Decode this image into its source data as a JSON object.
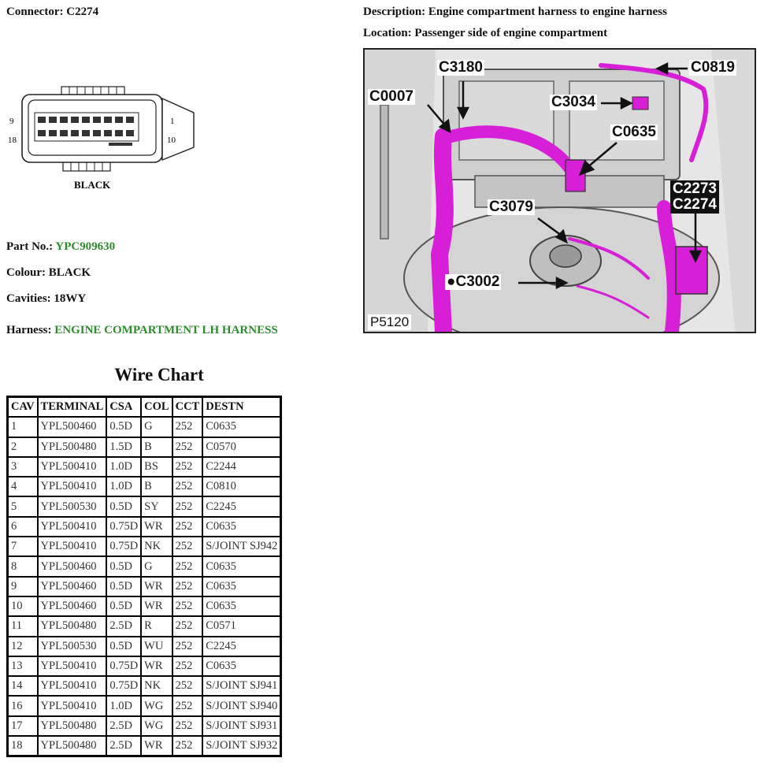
{
  "connector": {
    "label": "Connector: C2274",
    "pin_labels": {
      "top_left": "9",
      "bottom_left": "18",
      "top_right": "1",
      "bottom_right": "10"
    },
    "color_caption": "BLACK"
  },
  "description": {
    "label": "Description:",
    "text": "Engine compartment harness to engine harness"
  },
  "location": {
    "label": "Location:",
    "text": "Passenger side of engine compartment"
  },
  "part_no": {
    "label": "Part No.:",
    "value": "YPC909630"
  },
  "colour": {
    "label": "Colour:",
    "value": "BLACK"
  },
  "cavities": {
    "label": "Cavities:",
    "value": "18WY"
  },
  "harness": {
    "label": "Harness:",
    "value": "ENGINE COMPARTMENT LH HARNESS"
  },
  "photo": {
    "code": "P5120",
    "callouts": {
      "c3180": "C3180",
      "c0819": "C0819",
      "c0007": "C0007",
      "c3034": "C3034",
      "c0635": "C0635",
      "c2273": "C2273",
      "c2274": "C2274",
      "c3079": "C3079",
      "c3002": "C3002"
    }
  },
  "wire_chart": {
    "title": "Wire Chart",
    "headers": [
      "CAV",
      "TERMINAL",
      "CSA",
      "COL",
      "CCT",
      "DESTN"
    ],
    "rows": [
      [
        "1",
        "YPL500460",
        "0.5D",
        "G",
        "252",
        "C0635"
      ],
      [
        "2",
        "YPL500480",
        "1.5D",
        "B",
        "252",
        "C0570"
      ],
      [
        "3",
        "YPL500410",
        "1.0D",
        "BS",
        "252",
        "C2244"
      ],
      [
        "4",
        "YPL500410",
        "1.0D",
        "B",
        "252",
        "C0810"
      ],
      [
        "5",
        "YPL500530",
        "0.5D",
        "SY",
        "252",
        "C2245"
      ],
      [
        "6",
        "YPL500410",
        "0.75D",
        "WR",
        "252",
        "C0635"
      ],
      [
        "7",
        "YPL500410",
        "0.75D",
        "NK",
        "252",
        "S/JOINT SJ942"
      ],
      [
        "8",
        "YPL500460",
        "0.5D",
        "G",
        "252",
        "C0635"
      ],
      [
        "9",
        "YPL500460",
        "0.5D",
        "WR",
        "252",
        "C0635"
      ],
      [
        "10",
        "YPL500460",
        "0.5D",
        "WR",
        "252",
        "C0635"
      ],
      [
        "11",
        "YPL500480",
        "2.5D",
        "R",
        "252",
        "C0571"
      ],
      [
        "12",
        "YPL500530",
        "0.5D",
        "WU",
        "252",
        "C2245"
      ],
      [
        "13",
        "YPL500410",
        "0.75D",
        "WR",
        "252",
        "C0635"
      ],
      [
        "14",
        "YPL500410",
        "0.75D",
        "NK",
        "252",
        "S/JOINT SJ941"
      ],
      [
        "16",
        "YPL500410",
        "1.0D",
        "WG",
        "252",
        "S/JOINT SJ940"
      ],
      [
        "17",
        "YPL500480",
        "2.5D",
        "WG",
        "252",
        "S/JOINT SJ931"
      ],
      [
        "18",
        "YPL500480",
        "2.5D",
        "WR",
        "252",
        "S/JOINT SJ932"
      ]
    ]
  },
  "colors": {
    "green_value": "#2e8b2e",
    "harness_highlight": "#d81fd8"
  }
}
